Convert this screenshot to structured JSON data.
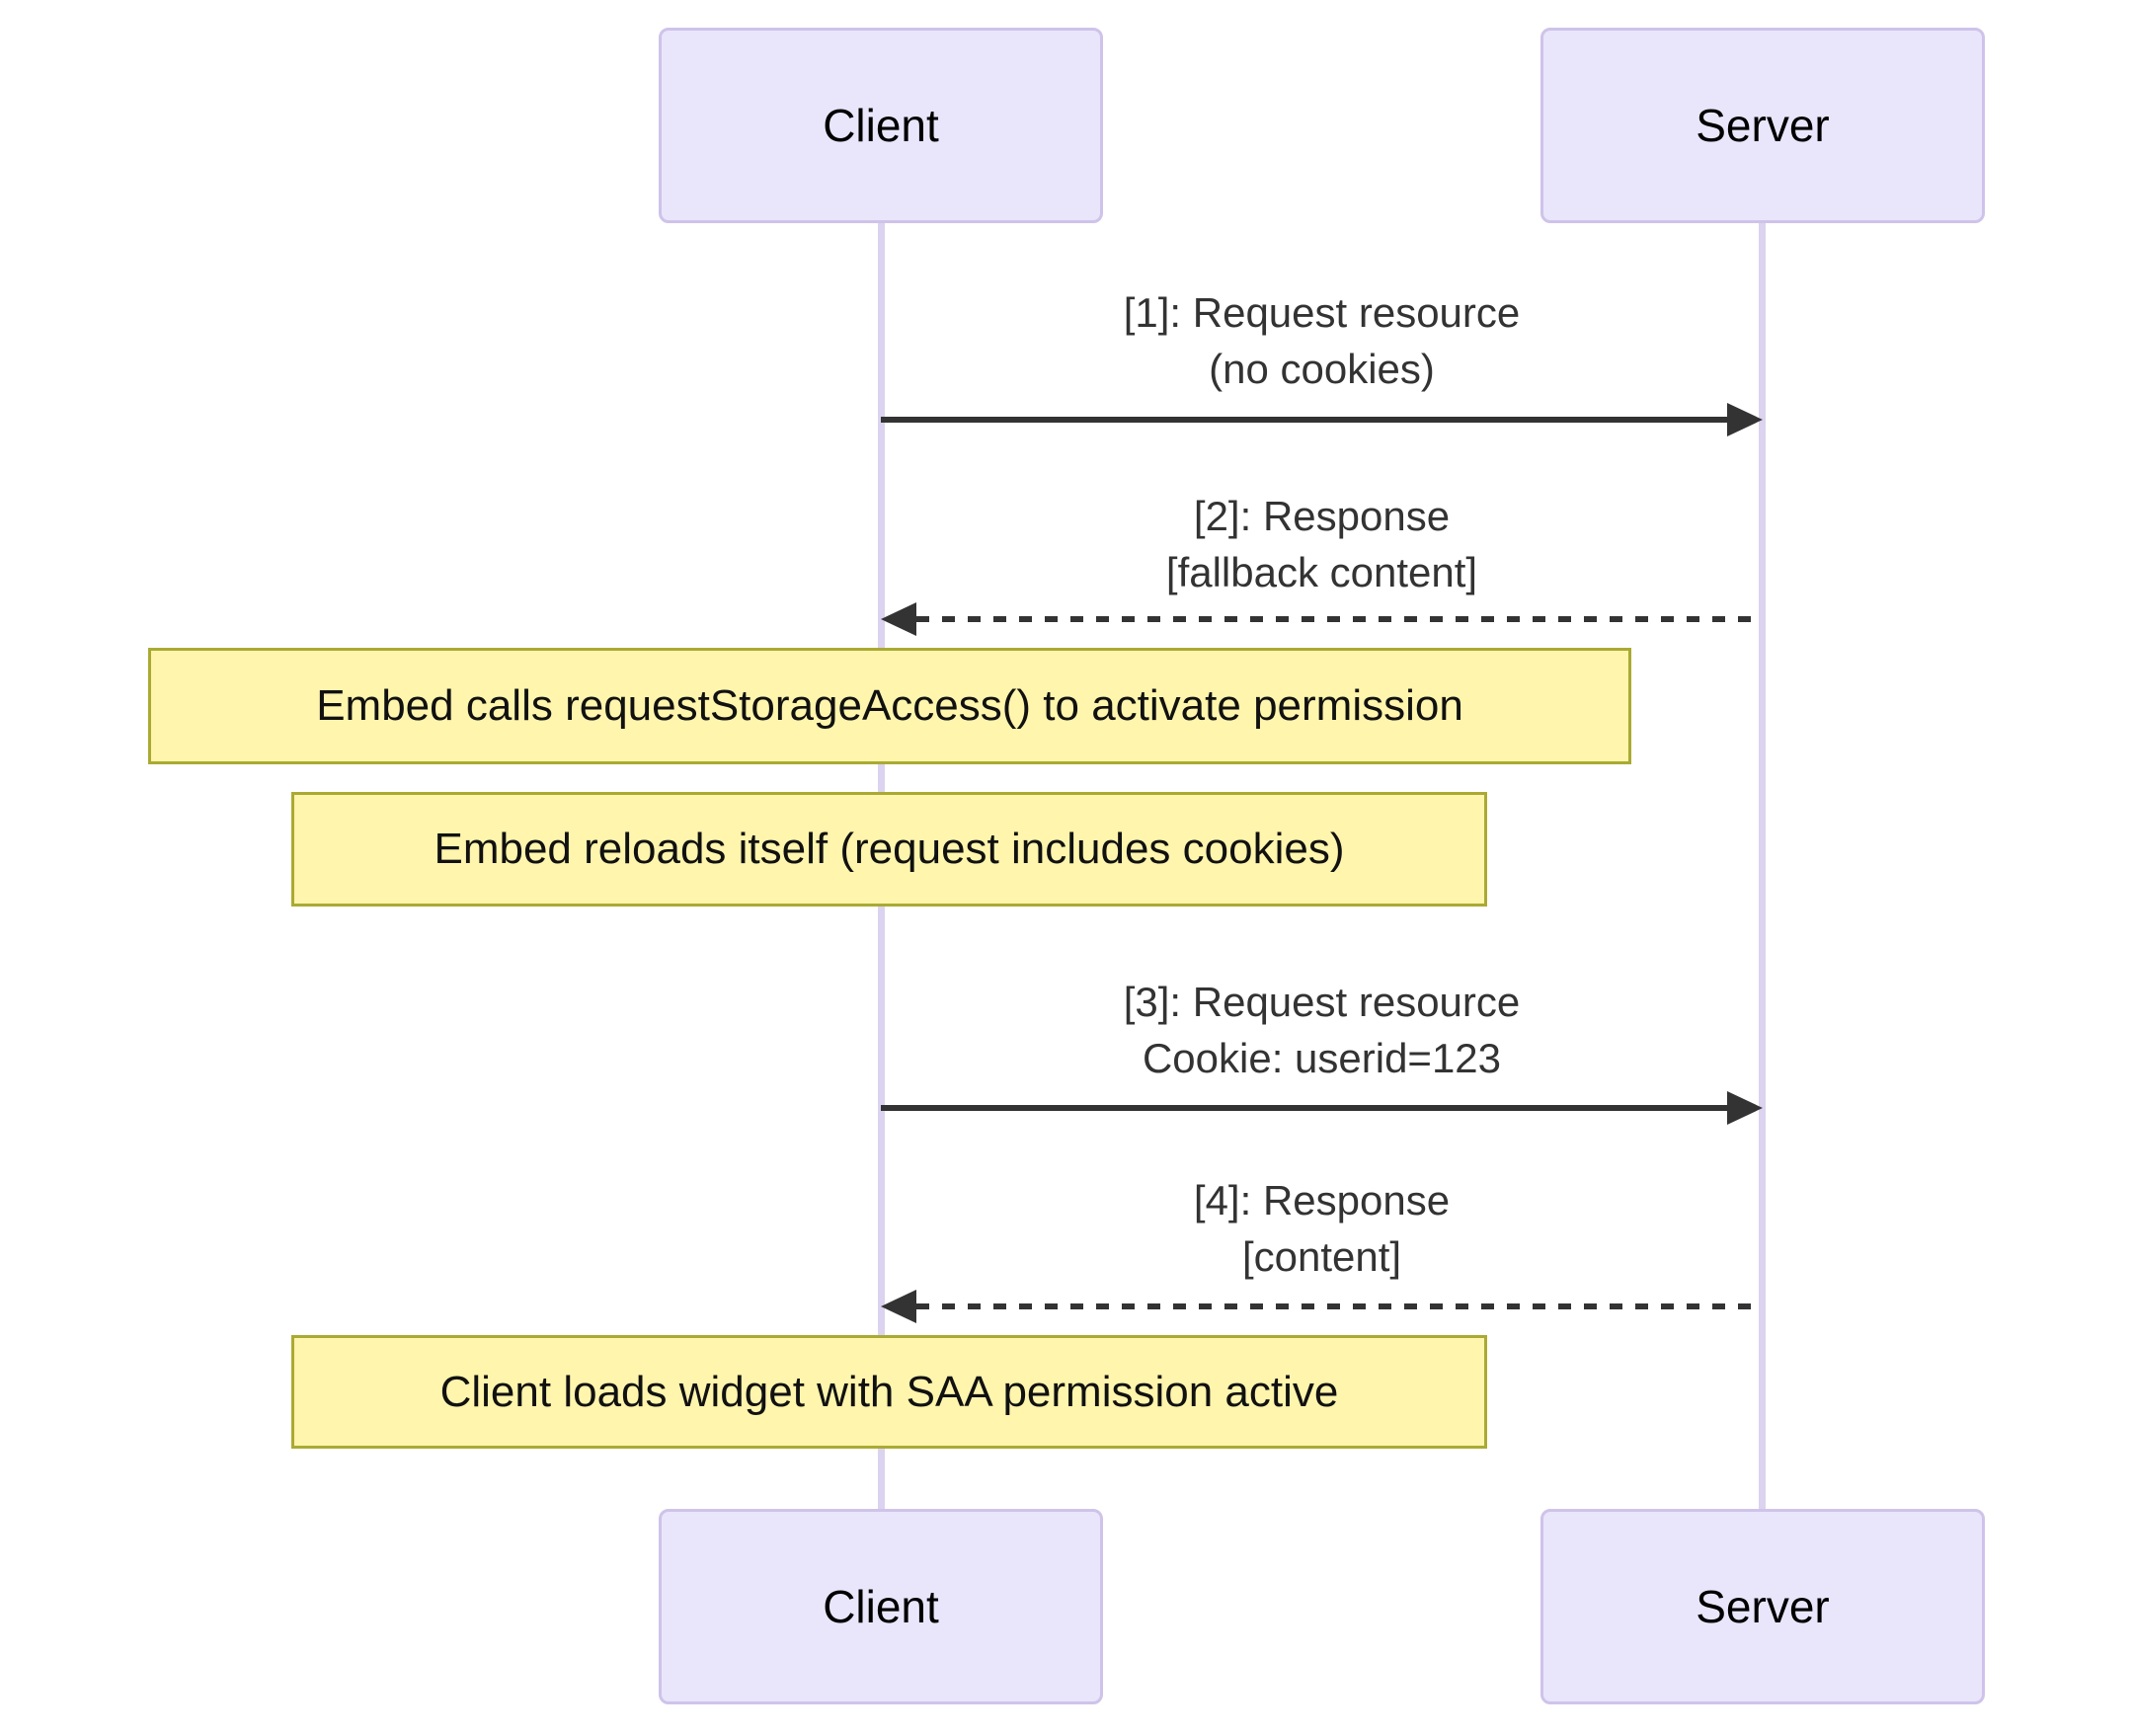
{
  "diagram_type": "sequence-diagram",
  "colors": {
    "background": "#FFFFFF",
    "actor_fill": "#E9E6FB",
    "actor_border": "#CFC3EA",
    "lifeline": "#DCD3F0",
    "note_fill": "#FFF5AD",
    "note_border": "#AAAA33",
    "arrow": "#333333",
    "message_text": "#333333",
    "actor_text": "#000000"
  },
  "actors": [
    {
      "id": "client",
      "label": "Client"
    },
    {
      "id": "server",
      "label": "Server"
    }
  ],
  "messages": [
    {
      "id": 1,
      "line1": "[1]: Request resource",
      "line2": "(no cookies)",
      "style": "solid",
      "from": "Client",
      "to": "Server"
    },
    {
      "id": 2,
      "line1": "[2]: Response",
      "line2": "[fallback content]",
      "style": "dashed",
      "from": "Server",
      "to": "Client"
    },
    {
      "id": 3,
      "line1": "[3]: Request resource",
      "line2": "Cookie: userid=123",
      "style": "solid",
      "from": "Client",
      "to": "Server"
    },
    {
      "id": 4,
      "line1": "[4]: Response",
      "line2": "[content]",
      "style": "dashed",
      "from": "Server",
      "to": "Client"
    }
  ],
  "notes": [
    {
      "id": 1,
      "text": "Embed calls requestStorageAccess() to activate permission"
    },
    {
      "id": 2,
      "text": "Embed reloads itself (request includes cookies)"
    },
    {
      "id": 3,
      "text": "Client loads widget with SAA permission active"
    }
  ]
}
